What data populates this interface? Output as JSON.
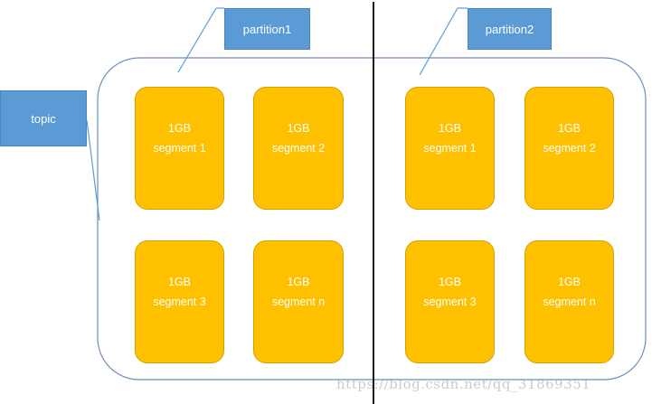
{
  "diagram": {
    "topic_label": "topic",
    "partitions": [
      {
        "label": "partition1",
        "segments": [
          {
            "size": "1GB",
            "name": "segment 1"
          },
          {
            "size": "1GB",
            "name": "segment 2"
          },
          {
            "size": "1GB",
            "name": "segment 3"
          },
          {
            "size": "1GB",
            "name": "segment n"
          }
        ]
      },
      {
        "label": "partition2",
        "segments": [
          {
            "size": "1GB",
            "name": "segment 1"
          },
          {
            "size": "1GB",
            "name": "segment 2"
          },
          {
            "size": "1GB",
            "name": "segment 3"
          },
          {
            "size": "1GB",
            "name": "segment n"
          }
        ]
      }
    ],
    "colors": {
      "callout_fill": "#5b9bd5",
      "segment_fill": "#ffc000",
      "topic_outline": "#6c8ebf",
      "divider": "#000000"
    }
  },
  "watermark": "https://blog.csdn.net/qq_31869351"
}
